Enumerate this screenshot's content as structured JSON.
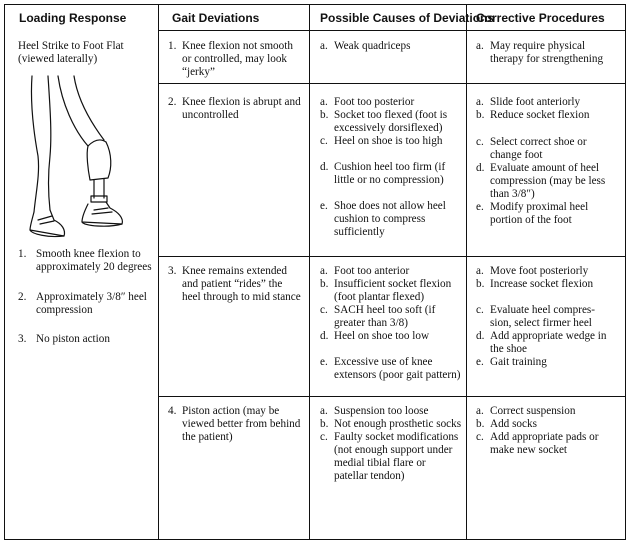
{
  "headers": {
    "col1": "Loading Response",
    "col2": "Gait Deviations",
    "col3": "Possible Causes of Deviations",
    "col4": "Corrective Procedures"
  },
  "left": {
    "subtitle_1": "Heel Strike to Foot Flat",
    "subtitle_2": "(viewed laterally)",
    "points": [
      {
        "num": "1.",
        "lines": [
          "Smooth knee flexion to",
          "approximately 20 degrees"
        ]
      },
      {
        "num": "2.",
        "lines": [
          "Approximately 3/8″ heel",
          "compression"
        ]
      },
      {
        "num": "3.",
        "lines": [
          "No piston action"
        ]
      }
    ]
  },
  "rows": [
    {
      "deviation": {
        "num": "1.",
        "lines": [
          "Knee flexion not smooth",
          "or controlled, may look",
          "“jerky”"
        ]
      },
      "causes": [
        {
          "lab": "a.",
          "lines": [
            "Weak quadriceps"
          ]
        }
      ],
      "corrections": [
        {
          "lab": "a.",
          "lines": [
            "May require physical",
            "therapy for strengthening"
          ]
        }
      ]
    },
    {
      "deviation": {
        "num": "2.",
        "lines": [
          "Knee flexion is abrupt and",
          "uncontrolled"
        ]
      },
      "causes": [
        {
          "lab": "a.",
          "lines": [
            "Foot too posterior"
          ]
        },
        {
          "lab": "b.",
          "lines": [
            "Socket too flexed (foot is",
            "excessively dorsiflexed)"
          ]
        },
        {
          "lab": "c.",
          "lines": [
            "Heel on shoe is too high"
          ]
        },
        {
          "lab": "d.",
          "lines": [
            "Cushion heel too firm (if",
            "little or no compression)"
          ]
        },
        {
          "lab": "e.",
          "lines": [
            "Shoe does not allow heel",
            "cushion to compress",
            "sufficiently"
          ]
        }
      ],
      "corrections": [
        {
          "lab": "a.",
          "lines": [
            "Slide foot anteriorly"
          ]
        },
        {
          "lab": "b.",
          "lines": [
            "Reduce socket flexion"
          ]
        },
        {
          "lab": "c.",
          "lines": [
            "Select correct shoe or",
            "change foot"
          ]
        },
        {
          "lab": "d.",
          "lines": [
            "Evaluate amount of heel",
            "compression (may be less",
            "than 3/8″)"
          ]
        },
        {
          "lab": "e.",
          "lines": [
            "Modify proximal heel",
            "portion of the foot"
          ]
        }
      ]
    },
    {
      "deviation": {
        "num": "3.",
        "lines": [
          "Knee remains extended",
          "and patient “rides” the",
          "heel through to mid stance"
        ]
      },
      "causes": [
        {
          "lab": "a.",
          "lines": [
            "Foot too anterior"
          ]
        },
        {
          "lab": "b.",
          "lines": [
            "Insufficient socket flexion",
            "(foot plantar flexed)"
          ]
        },
        {
          "lab": "c.",
          "lines": [
            "SACH heel too soft (if",
            "greater than 3/8)"
          ]
        },
        {
          "lab": "d.",
          "lines": [
            "Heel on shoe too low"
          ]
        },
        {
          "lab": "e.",
          "lines": [
            "Excessive use of knee",
            "extensors (poor gait pattern)"
          ]
        }
      ],
      "corrections": [
        {
          "lab": "a.",
          "lines": [
            "Move foot posteriorly"
          ]
        },
        {
          "lab": "b.",
          "lines": [
            "Increase socket flexion"
          ]
        },
        {
          "lab": "c.",
          "lines": [
            "Evaluate heel compres-",
            "sion, select firmer heel"
          ]
        },
        {
          "lab": "d.",
          "lines": [
            "Add appropriate wedge in",
            "the shoe"
          ]
        },
        {
          "lab": "e.",
          "lines": [
            "Gait training"
          ]
        }
      ]
    },
    {
      "deviation": {
        "num": "4.",
        "lines": [
          "Piston action (may be",
          "viewed better from behind",
          "the patient)"
        ]
      },
      "causes": [
        {
          "lab": "a.",
          "lines": [
            "Suspension too loose"
          ]
        },
        {
          "lab": "b.",
          "lines": [
            "Not enough prosthetic socks"
          ]
        },
        {
          "lab": "c.",
          "lines": [
            "Faulty socket modifications",
            "(not enough support under",
            "medial tibial flare or",
            "patellar tendon)"
          ]
        }
      ],
      "corrections": [
        {
          "lab": "a.",
          "lines": [
            "Correct suspension"
          ]
        },
        {
          "lab": "b.",
          "lines": [
            "Add socks"
          ]
        },
        {
          "lab": "c.",
          "lines": [
            "Add appropriate pads or",
            "make new socket"
          ]
        }
      ]
    }
  ]
}
